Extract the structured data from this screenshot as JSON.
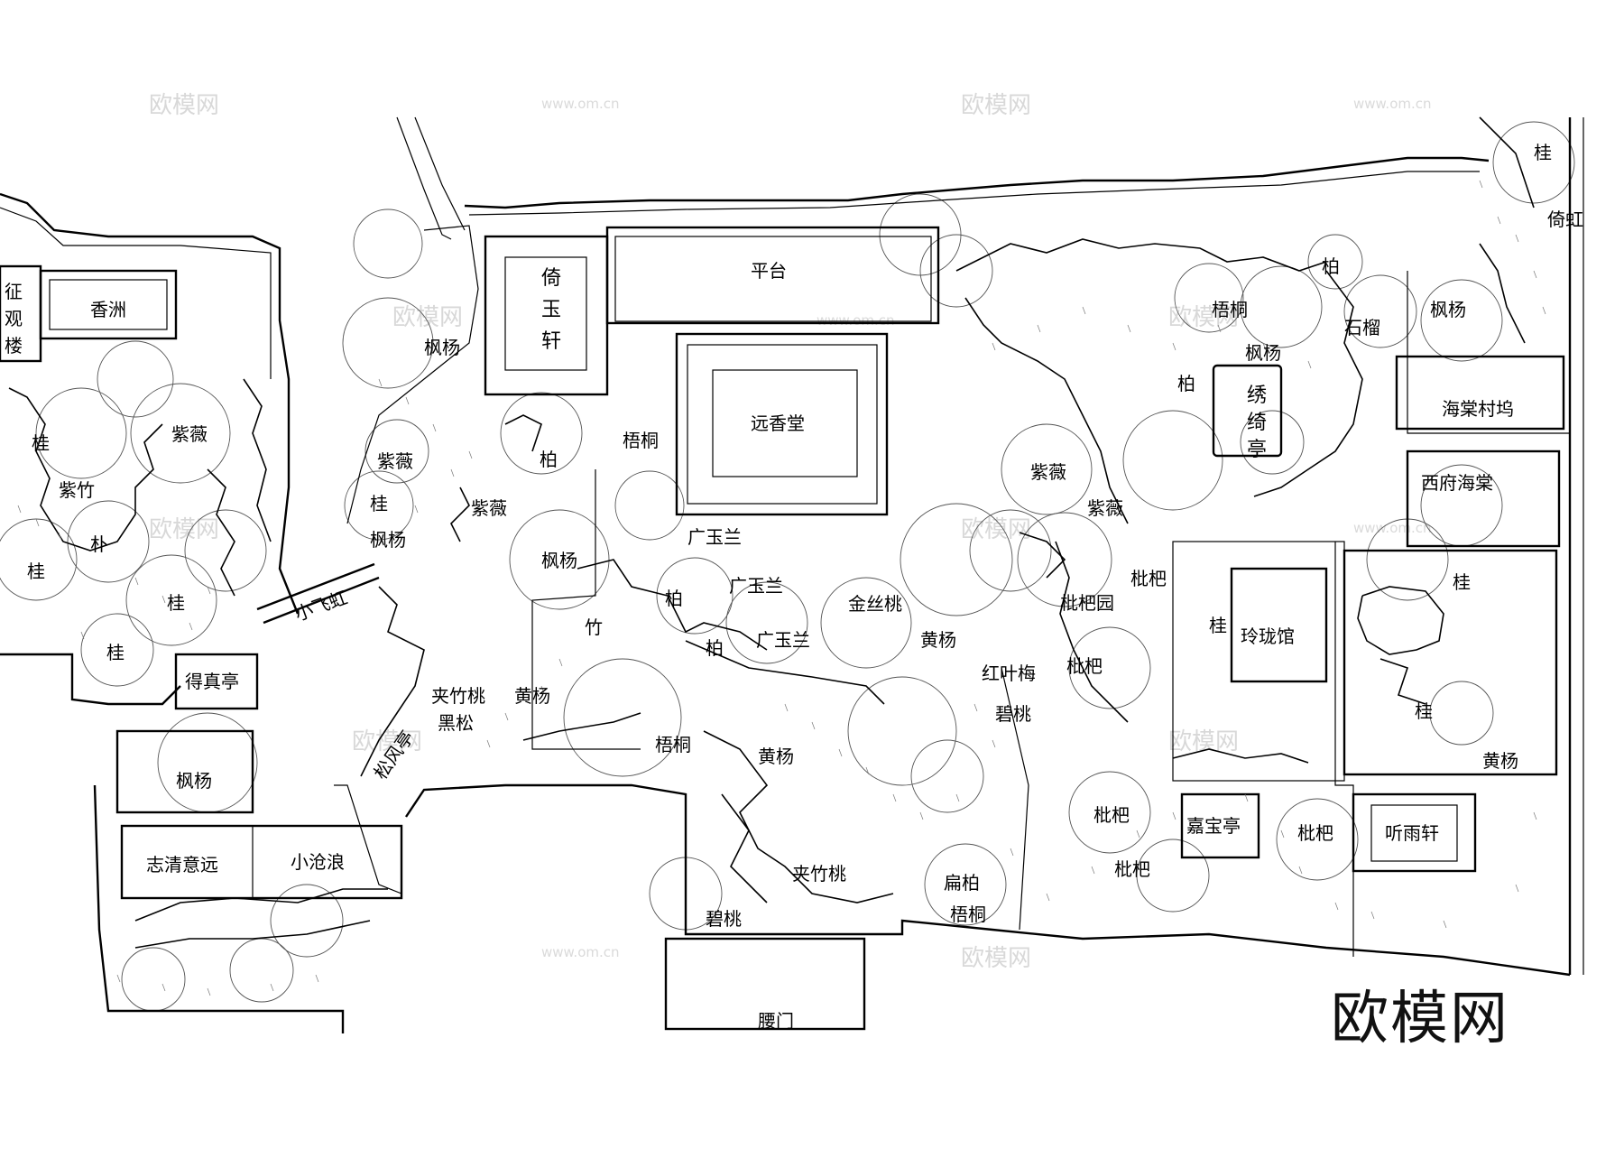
{
  "labels": {
    "zhengguanlou_1": "征",
    "zhengguanlou_2": "观",
    "zhengguanlou_3": "楼",
    "xiangzhou": "香洲",
    "yiyuxuan_1": "倚",
    "yiyuxuan_2": "玉",
    "yiyuxuan_3": "轩",
    "pingtai": "平台",
    "yuanxiangtang": "远香堂",
    "xiuqiting_1": "绣",
    "xiuqiting_2": "绮",
    "xiuqiting_3": "亭",
    "haitangchunwu": "海棠村坞",
    "xifuhaitang": "西府海棠",
    "linglongguan": "玲珑馆",
    "pipayuan": "枇杷园",
    "dezhenting": "得真亭",
    "xiaofeihong": "小飞虹",
    "songfengting": "松风亭",
    "zhiqingyiyuan": "志清意远",
    "xiaocanglang": "小沧浪",
    "jiabaoting": "嘉宝亭",
    "tingyuxuan": "听雨轩",
    "yaomen": "腰门",
    "yihong": "倚虹"
  },
  "plants": {
    "p01": "紫薇",
    "p02": "桂",
    "p03": "紫竹",
    "p04": "朴",
    "p05": "桂",
    "p06": "桂",
    "p07": "桂",
    "p08": "枫杨",
    "p09": "枫杨",
    "p10": "紫薇",
    "p11": "桂",
    "p12": "枫杨",
    "p13": "紫薇",
    "p14": "柏",
    "p15": "梧桐",
    "p16": "枫杨",
    "p17": "广玉兰",
    "p18": "广玉兰",
    "p19": "柏",
    "p20": "竹",
    "p21": "广玉兰",
    "p22": "柏",
    "p23": "金丝桃",
    "p24": "黄杨",
    "p25": "夹竹桃",
    "p26": "黑松",
    "p27": "黄杨",
    "p28": "梧桐",
    "p29": "黄杨",
    "p30": "夹竹桃",
    "p31": "扁柏",
    "p32": "梧桐",
    "p33": "碧桃",
    "p34": "红叶梅",
    "p35": "碧桃",
    "p36": "枇杷",
    "p37": "紫薇",
    "p38": "紫薇",
    "p39": "枇杷",
    "p40": "梧桐",
    "p41": "柏",
    "p42": "枫杨",
    "p43": "柏",
    "p44": "石榴",
    "p45": "枫杨",
    "p46": "桂",
    "p47": "枇杷",
    "p48": "枇杷",
    "p49": "枇杷",
    "p50": "桂",
    "p51": "桂",
    "p52": "黄杨",
    "p53": "桂"
  },
  "watermark": {
    "brand": "欧模网",
    "url": "www.om.cn"
  }
}
